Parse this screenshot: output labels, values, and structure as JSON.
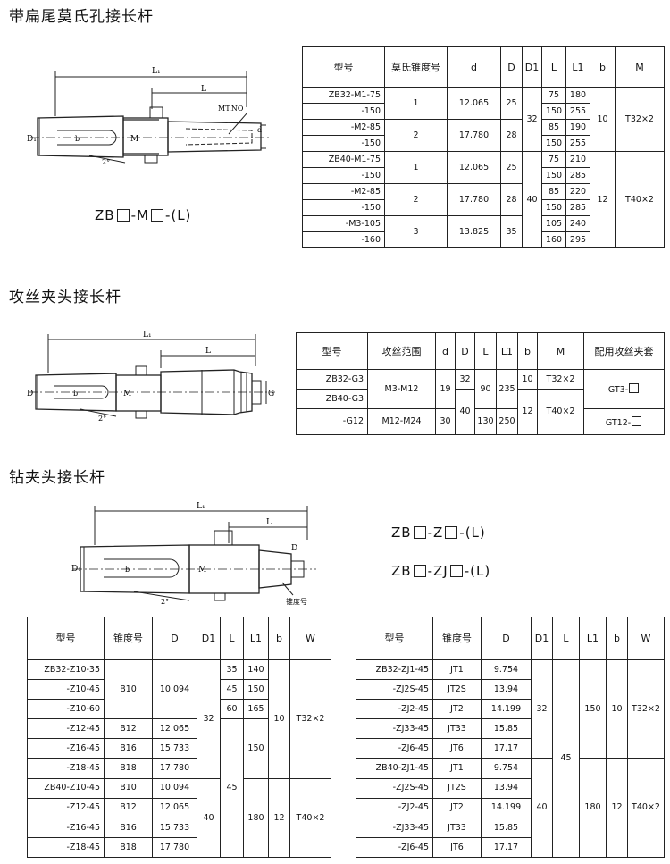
{
  "sections": [
    {
      "title": "带扁尾莫氏孔接长杆"
    },
    {
      "title": "攻丝夹头接长杆"
    },
    {
      "title": "钻夹头接长杆"
    }
  ],
  "fig1": {
    "L1": "L₁",
    "L": "L",
    "D1": "D₁",
    "b": "b",
    "M": "M",
    "angle": "2°",
    "mt": "MT.NO",
    "d": "d"
  },
  "fig2": {
    "L1": "L₁",
    "L": "L",
    "D": "D",
    "b": "b",
    "M": "M",
    "angle": "2°",
    "G": "G"
  },
  "fig3": {
    "L1": "L₁",
    "L": "L",
    "D1": "D₁",
    "b": "b",
    "M": "M",
    "angle": "2°",
    "D": "D",
    "taper": "锥度号"
  },
  "codes": {
    "c1": [
      "ZB",
      "-M",
      "-(L)"
    ],
    "c2": [
      "ZB",
      "-Z",
      "-(L)"
    ],
    "c3": [
      "ZB",
      "-ZJ",
      "-(L)"
    ]
  },
  "t1": {
    "headers": [
      "型号",
      "莫氏锥度号",
      "d",
      "D",
      "D1",
      "L",
      "L1",
      "b",
      "M"
    ],
    "rows": [
      [
        "ZB32-M1-75",
        "1",
        "12.065",
        "25",
        "32",
        "75",
        "180",
        "10",
        "T32×2"
      ],
      [
        "-150",
        "",
        "",
        "",
        "",
        "150",
        "255",
        "",
        ""
      ],
      [
        "-M2-85",
        "2",
        "17.780",
        "28",
        "",
        "85",
        "190",
        "",
        ""
      ],
      [
        "-150",
        "",
        "",
        "",
        "",
        "150",
        "255",
        "",
        ""
      ],
      [
        "ZB40-M1-75",
        "1",
        "12.065",
        "25",
        "40",
        "75",
        "210",
        "12",
        "T40×2"
      ],
      [
        "-150",
        "",
        "",
        "",
        "",
        "150",
        "285",
        "",
        ""
      ],
      [
        "-M2-85",
        "2",
        "17.780",
        "28",
        "",
        "85",
        "220",
        "",
        ""
      ],
      [
        "-150",
        "",
        "",
        "",
        "",
        "150",
        "285",
        "",
        ""
      ],
      [
        "-M3-105",
        "3",
        "13.825",
        "35",
        "",
        "105",
        "240",
        "",
        ""
      ],
      [
        "-160",
        "",
        "",
        "",
        "",
        "160",
        "295",
        "",
        ""
      ]
    ]
  },
  "t2": {
    "headers": [
      "型号",
      "攻丝范围",
      "d",
      "D",
      "L",
      "L1",
      "b",
      "M",
      "配用攻丝夹套"
    ],
    "rows": [
      [
        "ZB32-G3",
        "M3-M12",
        "19",
        "32",
        "90",
        "235",
        "10",
        "T32×2",
        "GT3-"
      ],
      [
        "ZB40-G3",
        "",
        "",
        "40",
        "",
        "",
        "12",
        "T40×2",
        ""
      ],
      [
        "-G12",
        "M12-M24",
        "30",
        "",
        "130",
        "250",
        "",
        "",
        "GT12-"
      ]
    ]
  },
  "t3": {
    "headers": [
      "型号",
      "锥度号",
      "D",
      "D1",
      "L",
      "L1",
      "b",
      "W"
    ],
    "rows": [
      [
        "ZB32-Z10-35",
        "B10",
        "10.094",
        "32",
        "35",
        "140",
        "10",
        "T32×2"
      ],
      [
        "-Z10-45",
        "",
        "",
        "",
        "45",
        "150",
        "",
        ""
      ],
      [
        "-Z10-60",
        "",
        "",
        "",
        "60",
        "165",
        "",
        ""
      ],
      [
        "-Z12-45",
        "B12",
        "12.065",
        "",
        "45",
        "150",
        "",
        ""
      ],
      [
        "-Z16-45",
        "B16",
        "15.733",
        "",
        "",
        "",
        "",
        ""
      ],
      [
        "-Z18-45",
        "B18",
        "17.780",
        "",
        "",
        "",
        "",
        ""
      ],
      [
        "ZB40-Z10-45",
        "B10",
        "10.094",
        "40",
        "",
        "180",
        "12",
        "T40×2"
      ],
      [
        "-Z12-45",
        "B12",
        "12.065",
        "",
        "",
        "",
        "",
        ""
      ],
      [
        "-Z16-45",
        "B16",
        "15.733",
        "",
        "",
        "",
        "",
        ""
      ],
      [
        "-Z18-45",
        "B18",
        "17.780",
        "",
        "",
        "",
        "",
        ""
      ]
    ]
  },
  "t4": {
    "headers": [
      "型号",
      "锥度号",
      "D",
      "D1",
      "L",
      "L1",
      "b",
      "W"
    ],
    "rows": [
      [
        "ZB32-ZJ1-45",
        "JT1",
        "9.754",
        "32",
        "45",
        "150",
        "10",
        "T32×2"
      ],
      [
        "-ZJ2S-45",
        "JT2S",
        "13.94",
        "",
        "",
        "",
        "",
        ""
      ],
      [
        "-ZJ2-45",
        "JT2",
        "14.199",
        "",
        "",
        "",
        "",
        ""
      ],
      [
        "-ZJ33-45",
        "JT33",
        "15.85",
        "",
        "",
        "",
        "",
        ""
      ],
      [
        "-ZJ6-45",
        "JT6",
        "17.17",
        "",
        "",
        "",
        "",
        ""
      ],
      [
        "ZB40-ZJ1-45",
        "JT1",
        "9.754",
        "40",
        "",
        "180",
        "12",
        "T40×2"
      ],
      [
        "-ZJ2S-45",
        "JT2S",
        "13.94",
        "",
        "",
        "",
        "",
        ""
      ],
      [
        "-ZJ2-45",
        "JT2",
        "14.199",
        "",
        "",
        "",
        "",
        ""
      ],
      [
        "-ZJ33-45",
        "JT33",
        "15.85",
        "",
        "",
        "",
        "",
        ""
      ],
      [
        "-ZJ6-45",
        "JT6",
        "17.17",
        "",
        "",
        "",
        "",
        ""
      ]
    ]
  }
}
